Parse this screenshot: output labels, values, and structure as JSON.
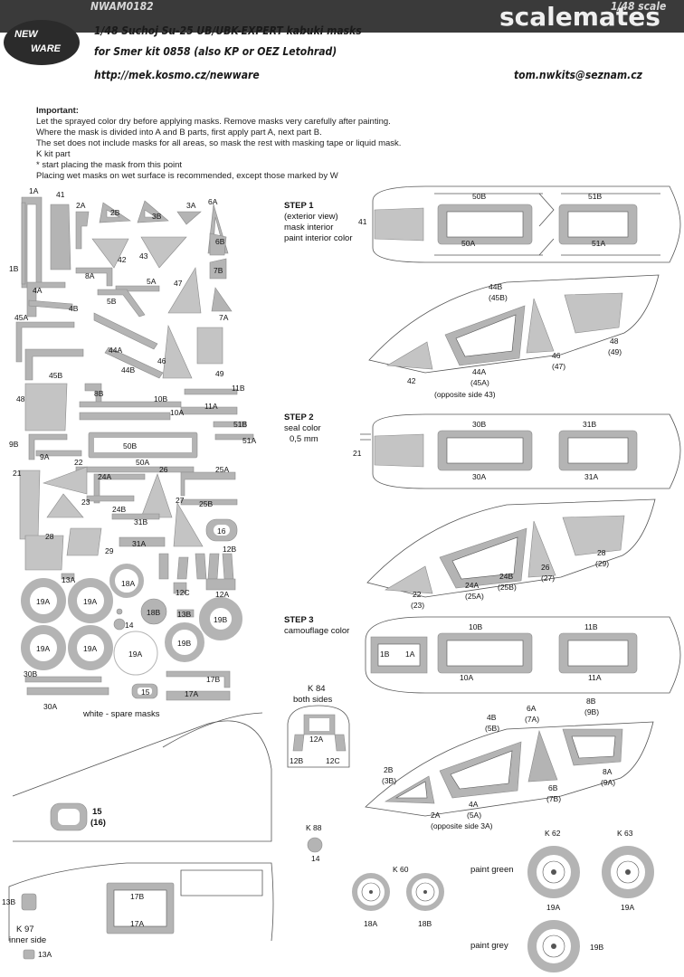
{
  "header": {
    "code": "NWAM0182",
    "scale": "1/48 scale",
    "brand": "scalemates",
    "logo_line1": "NEW",
    "logo_line2": "WARE",
    "title": "1/48 Suchoj Su-25 UB/UBK-EXPERT kabuki masks",
    "subtitle": "for Smer kit 0858 (also KP or OEZ Letohrad)",
    "url": "http://mek.kosmo.cz/newware",
    "email": "tom.nwkits@seznam.cz"
  },
  "instructions": {
    "heading": "Important:",
    "lines": [
      "Let the sprayed color dry before applying masks. Remove masks very carefully after painting.",
      "Where the mask is divided into A and B parts, first apply part A, next part B.",
      "The set does not include masks for all areas, so mask the rest with masking tape or liquid mask.",
      "K kit part",
      "*  start placing the mask from this point",
      "Placing wet masks on wet surface is recommended, except those marked by W"
    ]
  },
  "sheet": {
    "labels": [
      "1A",
      "41",
      "2A",
      "2B",
      "3B",
      "3A",
      "6A",
      "6B",
      "7B",
      "1B",
      "42",
      "43",
      "8A",
      "5A",
      "47",
      "4A",
      "5B",
      "7A",
      "4B",
      "45A",
      "44A",
      "44B",
      "46",
      "45B",
      "49",
      "48",
      "8B",
      "10B",
      "11B",
      "10A",
      "11A",
      "51B",
      "9B",
      "50B",
      "51A",
      "9A",
      "22",
      "50A",
      "24A",
      "26",
      "25A",
      "21",
      "23",
      "24B",
      "27",
      "25B",
      "31B",
      "16",
      "28",
      "31A",
      "29",
      "12B",
      "13A",
      "18A",
      "12C",
      "12A",
      "19A",
      "19A",
      "13B",
      "18B",
      "19B",
      "14",
      "19B",
      "19A",
      "19A",
      "19A",
      "30B",
      "17B",
      "15",
      "17A",
      "30A"
    ],
    "caption": "white - spare masks"
  },
  "steps": [
    {
      "title": "STEP 1",
      "lines": [
        "(exterior view)",
        "mask interior",
        "paint interior color"
      ],
      "labels": [
        "41",
        "50B",
        "51B",
        "50A",
        "51A"
      ]
    },
    {
      "title": "STEP 2",
      "lines": [
        "seal color",
        "0,5 mm"
      ],
      "labels": [
        "21",
        "30B",
        "31B",
        "30A",
        "31A"
      ]
    },
    {
      "title": "STEP 3",
      "lines": [
        "camouflage  color"
      ],
      "labels": [
        "1B",
        "1A",
        "10B",
        "11B",
        "10A",
        "11A"
      ]
    }
  ],
  "side_views": [
    {
      "labels": [
        "44B",
        "(45B)",
        "42",
        "44A",
        "(45A)",
        "46",
        "(47)",
        "48",
        "(49)",
        "(opposite side 43)"
      ]
    },
    {
      "labels": [
        "22",
        "(23)",
        "24A",
        "(25A)",
        "24B",
        "(25B)",
        "26",
        "(27)",
        "28",
        "(29)"
      ]
    },
    {
      "labels": [
        "4B",
        "(5B)",
        "6A",
        "(7A)",
        "8B",
        "(9B)",
        "2B",
        "(3B)",
        "6B",
        "(7B)",
        "8A",
        "(9A)",
        "2A",
        "4A",
        "(5A)",
        "(opposite side 3A)"
      ]
    }
  ],
  "kit_parts": {
    "k84": {
      "title": "K 84",
      "subtitle": "both sides",
      "labels": [
        "12A",
        "12B",
        "12C"
      ]
    },
    "k88": {
      "title": "K 88",
      "label": "14"
    },
    "k60": {
      "title": "K 60",
      "labels": [
        "18A",
        "18B"
      ]
    },
    "k62": {
      "title": "K 62",
      "paint": "paint green",
      "label": "19A"
    },
    "k63": {
      "title": "K 63",
      "label": "19A"
    },
    "grey": {
      "paint": "paint grey",
      "label": "19B"
    },
    "k97": {
      "title": "K 97",
      "subtitle": "inner side",
      "label": "13A"
    }
  },
  "bottom_views": {
    "canopy_labels": [
      "15",
      "(16)"
    ],
    "fuselage_labels": [
      "13B",
      "17B",
      "17A"
    ]
  },
  "colors": {
    "mask": "#b4b4b4",
    "mask_edge": "#8a8a8a",
    "outline": "#555555",
    "header_bar": "#3a3a3a",
    "brand": "#ffffff"
  }
}
